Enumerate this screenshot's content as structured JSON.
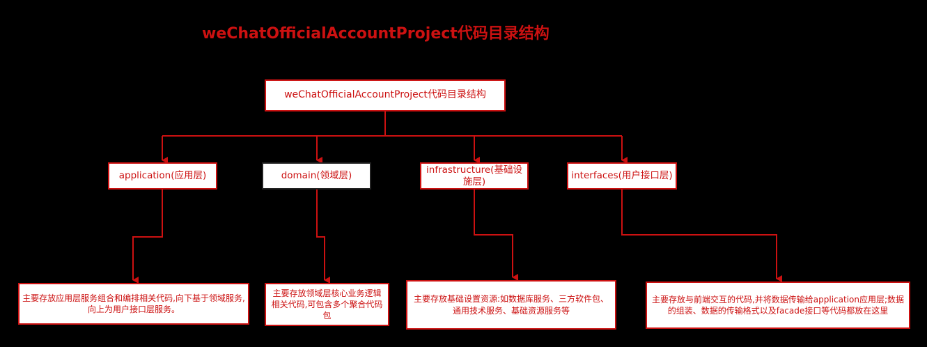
{
  "title": "weChatOfficialAccountProject代码目录结构",
  "root": {
    "label": "weChatOfficialAccountProject代码目录结构"
  },
  "layers": [
    {
      "label": "application(应用层)",
      "desc": "主要存放应用层服务组合和编排相关代码,向下基于领域服务,向上为用户接口层服务。"
    },
    {
      "label": "domain(领域层)",
      "desc": "主要存放领域层核心业务逻辑相关代码,可包含多个聚合代码包"
    },
    {
      "label": "infrastructure(基础设施层)",
      "desc": "主要存放基础设置资源:如数据库服务、三方软件包、通用技术服务、基础资源服务等"
    },
    {
      "label": "interfaces(用户接口层)",
      "desc": "主要存放与前端交互的代码,并将数据传输给application应用层;数据的组装、数据的传输格式以及facade接口等代码都放在这里"
    }
  ],
  "colors": {
    "accent": "#cc1111",
    "background": "#000000",
    "box": "#ffffff"
  }
}
